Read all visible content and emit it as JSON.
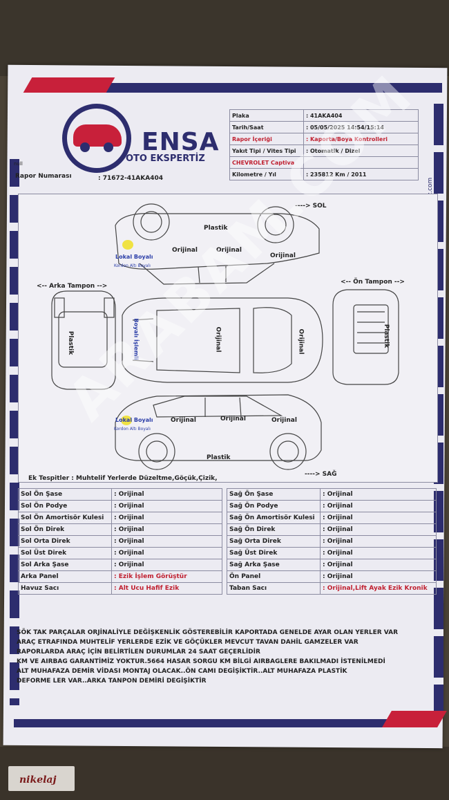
{
  "brand": {
    "name": "ENSA",
    "subtitle": "OTO EKSPERTİZ",
    "side_url": "www.ensaotoekspertiz.com"
  },
  "null_text": "null",
  "report_number": {
    "label": "Rapor Numarası",
    "value": ": 71672-41AKA404"
  },
  "info": [
    {
      "label": "Plaka",
      "value": ": 41AKA404",
      "red": false
    },
    {
      "label": "Tarih/Saat",
      "value": ": 05/05/2025  14:54/15:14",
      "red": false
    },
    {
      "label": "Rapor İçeriği",
      "value": ": Kaporta/Boya Kontrolleri",
      "red": true
    },
    {
      "label": "Yakıt Tipi / Vites Tipi",
      "value": ": Otomatik / Dizel",
      "red": false
    },
    {
      "label": "CHEVROLET Captiva",
      "value": "",
      "red": true
    },
    {
      "label": "Kilometre / Yıl",
      "value": ": 235812 Km / 2011",
      "red": false
    }
  ],
  "diagram": {
    "sol": "----> SOL",
    "sag": "----> SAĞ",
    "arka_tampon": "<-- Arka Tampon -->",
    "on_tampon": "<-- Ön Tampon -->",
    "plastik": "Plastik",
    "orijinal": "Orijinal",
    "lokal_boyali": "Lokal Boyalı",
    "kordon_alti": "Kordon Altı Boyalı",
    "boyali_islemli": "Boyalı İşlemli",
    "ek_tespitler": "Ek Tespitler : Muhtelif Yerlerde Düzeltme,Göçük,Çizik,"
  },
  "watermark": "ARABAM.COM",
  "left_parts": [
    {
      "label": "Sol Ön Şase",
      "value": ": Orijinal",
      "red": false
    },
    {
      "label": "Sol Ön Podye",
      "value": ": Orijinal",
      "red": false
    },
    {
      "label": "Sol Ön Amortisör Kulesi",
      "value": ": Orijinal",
      "red": false
    },
    {
      "label": "Sol Ön Direk",
      "value": ": Orijinal",
      "red": false
    },
    {
      "label": "Sol Orta Direk",
      "value": ": Orijinal",
      "red": false
    },
    {
      "label": "Sol Üst Direk",
      "value": ": Orijinal",
      "red": false
    },
    {
      "label": "Sol Arka Şase",
      "value": ": Orijinal",
      "red": false
    },
    {
      "label": "Arka Panel",
      "value": ": Ezik İşlem Görüştür",
      "red": true
    },
    {
      "label": "Havuz Sacı",
      "value": ": Alt Ucu Hafif Ezik",
      "red": true
    }
  ],
  "right_parts": [
    {
      "label": "Sağ Ön Şase",
      "value": ": Orijinal",
      "red": false
    },
    {
      "label": "Sağ Ön Podye",
      "value": ": Orijinal",
      "red": false
    },
    {
      "label": "Sağ Ön Amortisör Kulesi",
      "value": ": Orijinal",
      "red": false
    },
    {
      "label": "Sağ Ön Direk",
      "value": ": Orijinal",
      "red": false
    },
    {
      "label": "Sağ Orta Direk",
      "value": ": Orijinal",
      "red": false
    },
    {
      "label": "Sağ Üst Direk",
      "value": ": Orijinal",
      "red": false
    },
    {
      "label": "Sağ Arka Şase",
      "value": ": Orijinal",
      "red": false
    },
    {
      "label": "Ön Panel",
      "value": ": Orijinal",
      "red": false
    },
    {
      "label": "Taban Sacı",
      "value": ": Orijinal,Lift Ayak Ezik Kronik",
      "red": true
    }
  ],
  "notes": [
    "SÖK TAK PARÇALAR ORJİNALİYLE DEĞİŞKENLİK GÖSTEREBİLİR KAPORTADA GENELDE AYAR OLAN YERLER VAR",
    "ARAÇ ETRAFINDA MUHTELİF YERLERDE EZİK VE GÖÇÜKLER MEVCUT TAVAN DAHİL GAMZELER VAR",
    "RAPORLARDA ARAÇ İÇİN BELİRTİLEN DURUMLAR 24 SAAT GEÇERLİDİR",
    "KM VE AIRBAG GARANTİMİZ YOKTUR.5664 HASAR SORGU KM BİLGİ AIRBAGLERE BAKILMADI İSTENİLMEDİ",
    "ALT MUHAFAZA  DEMİR VİDASI MONTAJ OLACAK..ÖN CAMI DEGİŞİKTİR..ALT MUHAFAZA PLASTİK",
    "DEFORME LER VAR..ARKA TANPON DEMİRİ DEGİŞİKTİR"
  ],
  "footer_logo": "nikelaj"
}
